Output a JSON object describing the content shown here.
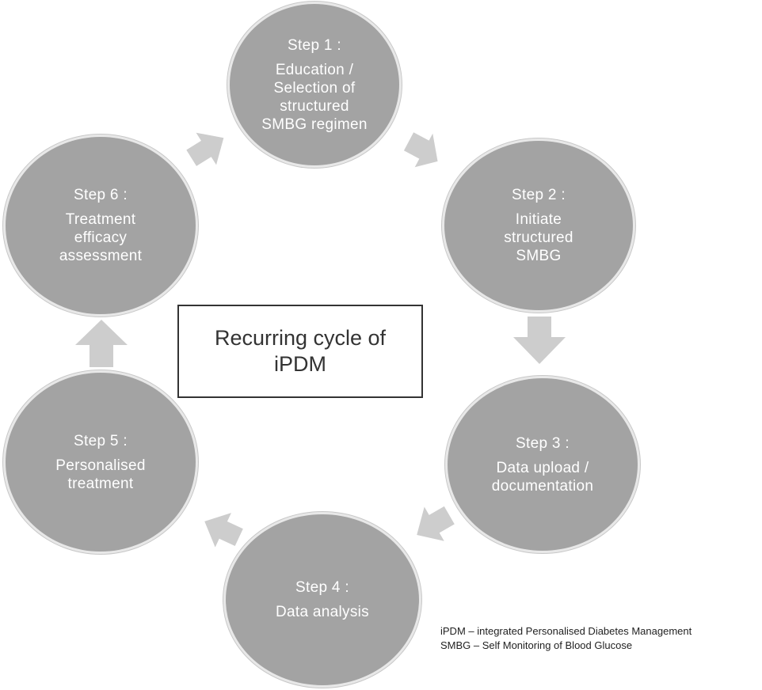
{
  "steps": [
    {
      "title": "Step 1 :",
      "lines": [
        "Education /",
        "Selection of",
        "structured",
        "SMBG regimen"
      ]
    },
    {
      "title": "Step 2 :",
      "lines": [
        "Initiate",
        "structured",
        "SMBG"
      ]
    },
    {
      "title": "Step 3 :",
      "lines": [
        "Data upload /",
        "documentation"
      ]
    },
    {
      "title": "Step 4 :",
      "lines": [
        "Data analysis"
      ]
    },
    {
      "title": "Step 5 :",
      "lines": [
        "Personalised",
        "treatment"
      ]
    },
    {
      "title": "Step 6 :",
      "lines": [
        "Treatment",
        "efficacy",
        "assessment"
      ]
    }
  ],
  "center": {
    "line1": "Recurring cycle of",
    "line2": "iPDM"
  },
  "legend": [
    "iPDM – integrated Personalised Diabetes Management",
    "SMBG – Self Monitoring of Blood Glucose"
  ],
  "colors": {
    "circle": "#a3a3a3",
    "arrow": "#cdcdcd",
    "border": "#333333"
  }
}
